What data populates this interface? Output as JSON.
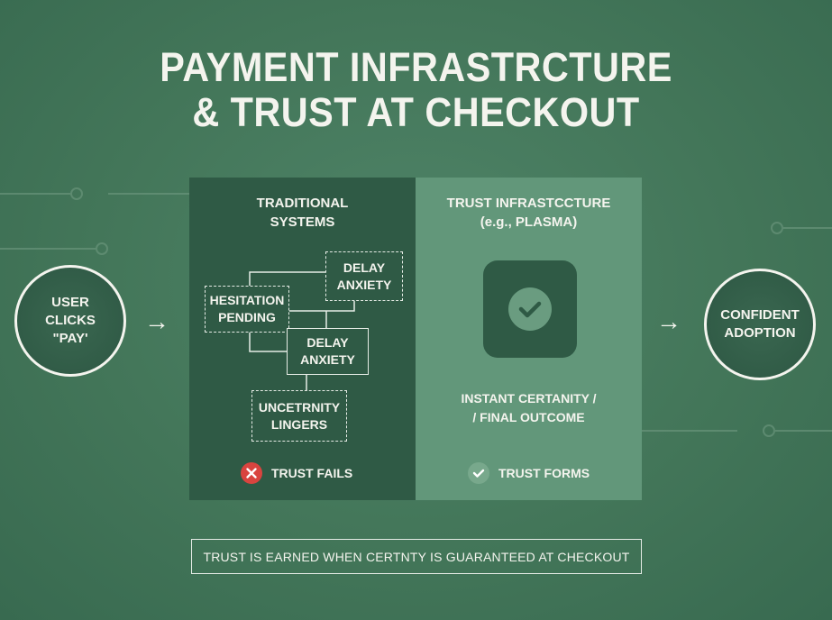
{
  "title": {
    "line1": "PAYMENT INFRASTRCTURE",
    "line2": "& TRUST AT CHECKOUT"
  },
  "start_node": "USER CLICKS \"PAY'",
  "end_node": "CONFIDENT ADOPTION",
  "traditional": {
    "title_line1": "TRADITIONAL",
    "title_line2": "SYSTEMS",
    "boxes": [
      {
        "line1": "DELAY",
        "line2": "ANXIETY"
      },
      {
        "line1": "HESITATION",
        "line2": "PENDING"
      },
      {
        "line1": "DELAY",
        "line2": "ANXIETY"
      },
      {
        "line1": "UNCETRNITY",
        "line2": "LINGERS"
      }
    ],
    "status": "TRUST FAILS",
    "status_icon": "x-circle-icon",
    "status_color": "#d9443f"
  },
  "trust_infra": {
    "title_line1": "TRUST INFRASTCCTURE",
    "title_line2": "(e.g., PLASMA)",
    "caption_line1": "INSTANT CERTANITY /",
    "caption_line2": "/ FINAL OUTCOME",
    "status": "TRUST FORMS",
    "status_icon": "check-circle-icon"
  },
  "footer": "TRUST IS EARNED WHEN CERTNTY IS GUARANTEED AT CHECKOUT",
  "colors": {
    "background": "#467a5e",
    "left_panel": "#2f5a45",
    "right_panel": "#62977a"
  }
}
